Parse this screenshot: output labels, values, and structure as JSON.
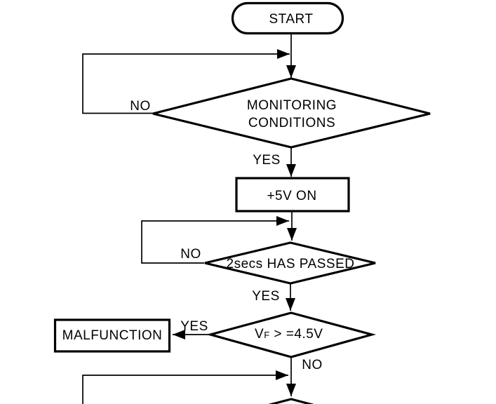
{
  "diagram": {
    "background_color": "#ffffff",
    "line_color": "#000000",
    "nodes": {
      "start": {
        "label": "START"
      },
      "monitoring": {
        "label_line1": "MONITORING",
        "label_line2": "CONDITIONS"
      },
      "power_5v": {
        "label": "+5V ON"
      },
      "two_secs": {
        "label": "2secs HAS PASSED"
      },
      "vf_threshold": {
        "label_v": "V",
        "label_f_sub": "F",
        "label_rest": " > =4.5V"
      },
      "malfunction": {
        "label": "MALFUNCTION"
      }
    },
    "edge_labels": {
      "monitoring_no": "NO",
      "monitoring_yes": "YES",
      "two_secs_no": "NO",
      "two_secs_yes": "YES",
      "vf_yes": "YES",
      "vf_no": "NO"
    }
  }
}
